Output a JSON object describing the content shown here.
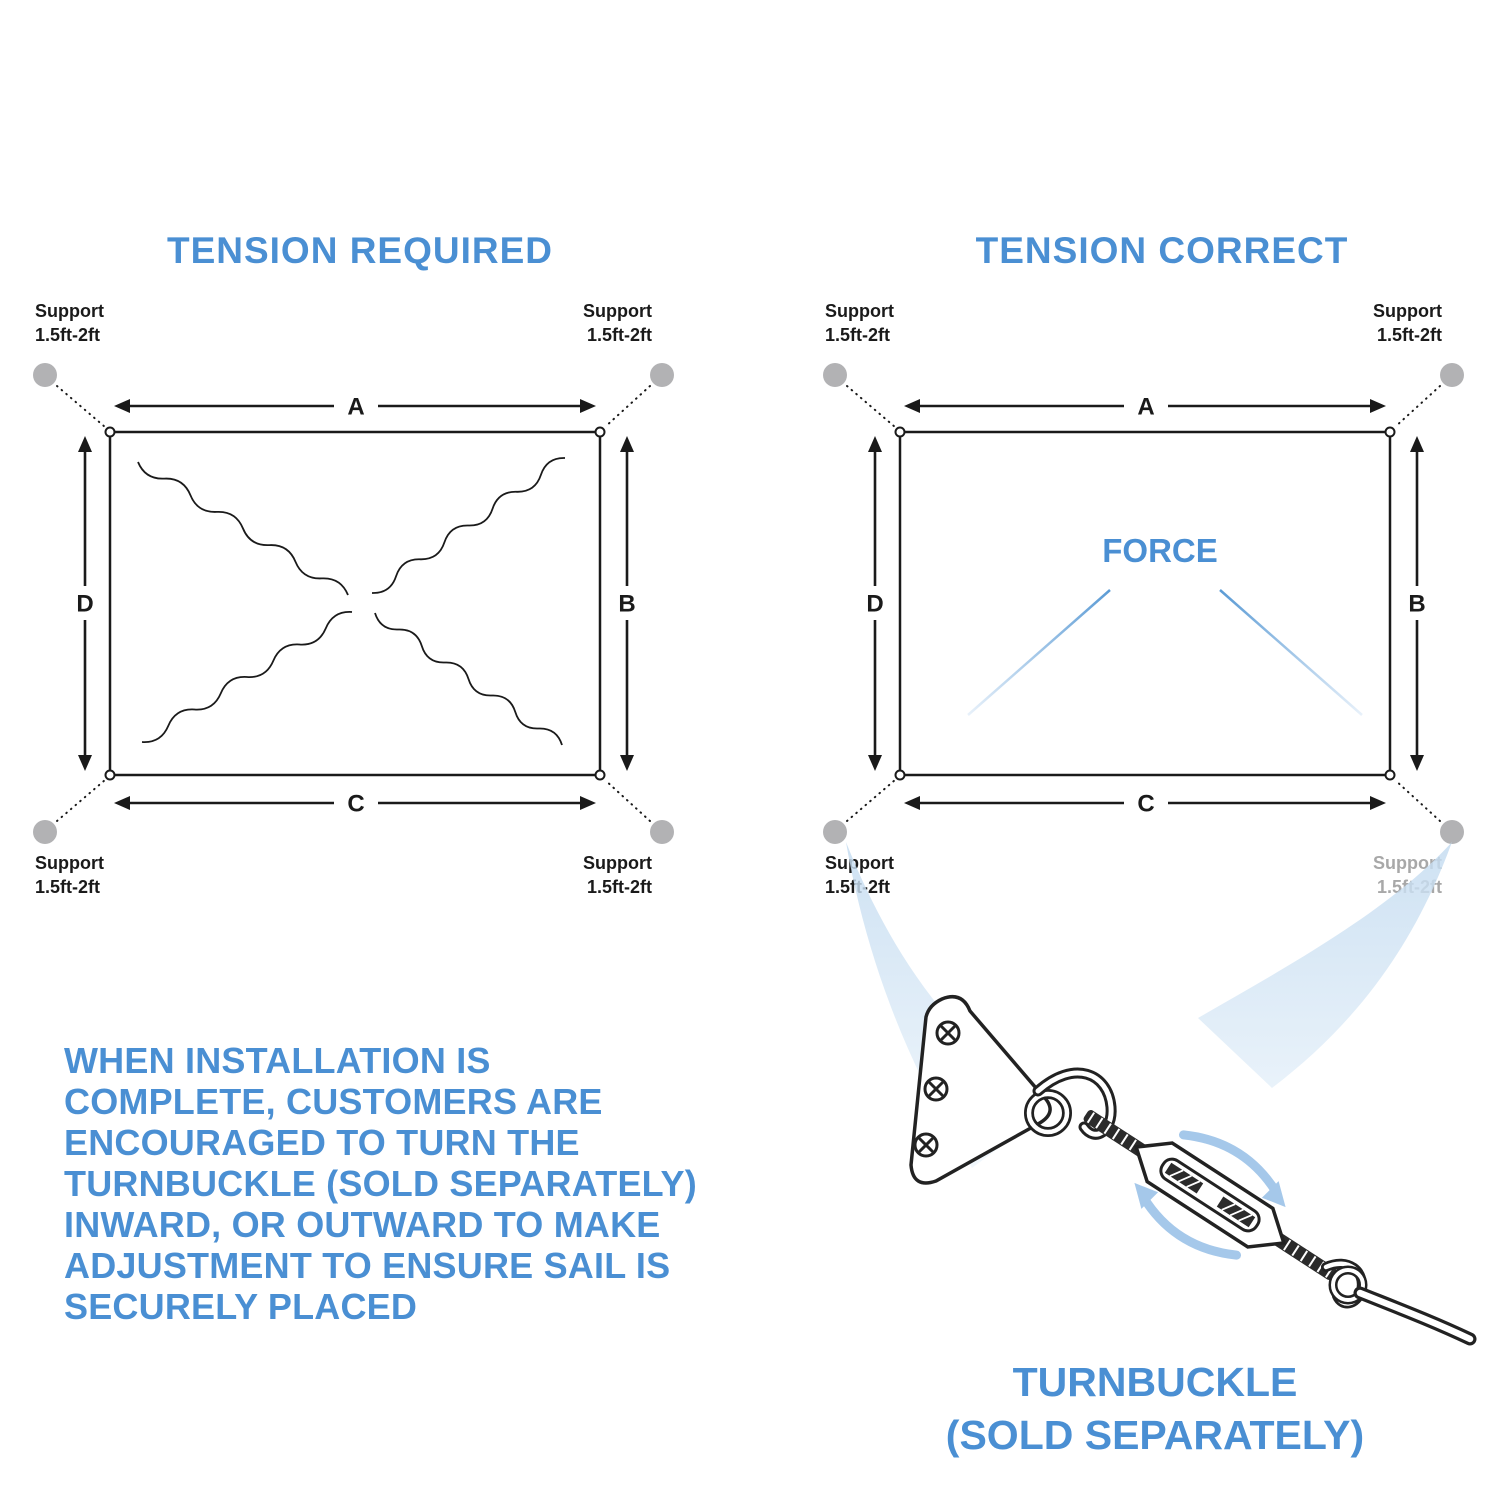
{
  "colors": {
    "accent_blue": "#4a8fd3",
    "line_black": "#1a1a1a",
    "support_dot_gray": "#b2b2b4",
    "beam_blue": "#c3dbf0",
    "force_line_blue": "#5b9bd5"
  },
  "diagram_left": {
    "title": "TENSION REQUIRED",
    "edges": {
      "top": "A",
      "right": "B",
      "bottom": "C",
      "left": "D"
    },
    "support": {
      "line1": "Support",
      "line2": "1.5ft-2ft"
    }
  },
  "diagram_right": {
    "title": "TENSION CORRECT",
    "force_label": "FORCE",
    "edges": {
      "top": "A",
      "right": "B",
      "bottom": "C",
      "left": "D"
    },
    "support": {
      "line1": "Support",
      "line2": "1.5ft-2ft"
    }
  },
  "note": {
    "full_text": "WHEN INSTALLATION IS COMPLETE, CUSTOMERS ARE ENCOURAGED TO TURN THE TURNBUCKLE (SOLD SEPARATELY) INWARD, OR OUTWARD TO MAKE ADJUSTMENT TO ENSURE SAIL IS SECURELY PLACED",
    "lines": [
      "WHEN INSTALLATION IS",
      "COMPLETE, CUSTOMERS ARE",
      "ENCOURAGED TO TURN THE",
      "TURNBUCKLE (SOLD SEPARATELY)",
      "INWARD, OR OUTWARD TO MAKE",
      "ADJUSTMENT TO ENSURE SAIL IS",
      "SECURELY PLACED"
    ]
  },
  "turnbuckle_caption": {
    "line1": "TURNBUCKLE",
    "line2": "(SOLD SEPARATELY)"
  }
}
